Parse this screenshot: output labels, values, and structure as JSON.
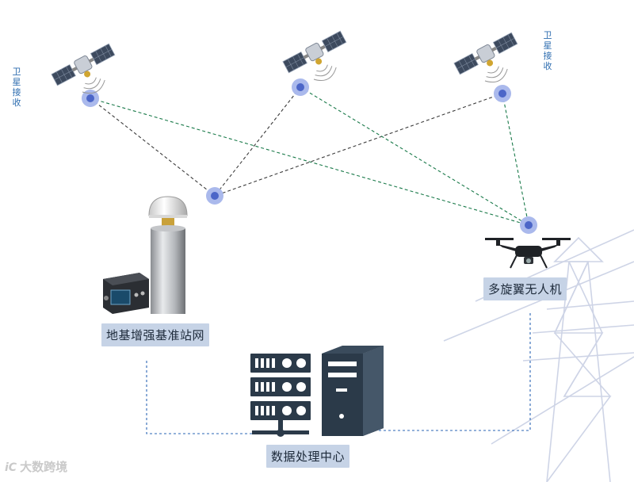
{
  "labels": {
    "sat_receive_left": "卫星接收",
    "sat_receive_right": "卫星接收",
    "base_station": "地基增强基准站网",
    "drone": "多旋翼无人机",
    "data_center": "数据处理中心"
  },
  "watermark": {
    "logo": "iC",
    "text": "大数跨境"
  },
  "colors": {
    "link_dark": "#3c3c3c",
    "link_green": "#1a7a4a",
    "link_blue": "#2a64b4",
    "caption_bg": "#c6d3e6",
    "node_halo": "#aab9ec",
    "node_core": "#4c66c8",
    "server": "#2b3a49"
  }
}
